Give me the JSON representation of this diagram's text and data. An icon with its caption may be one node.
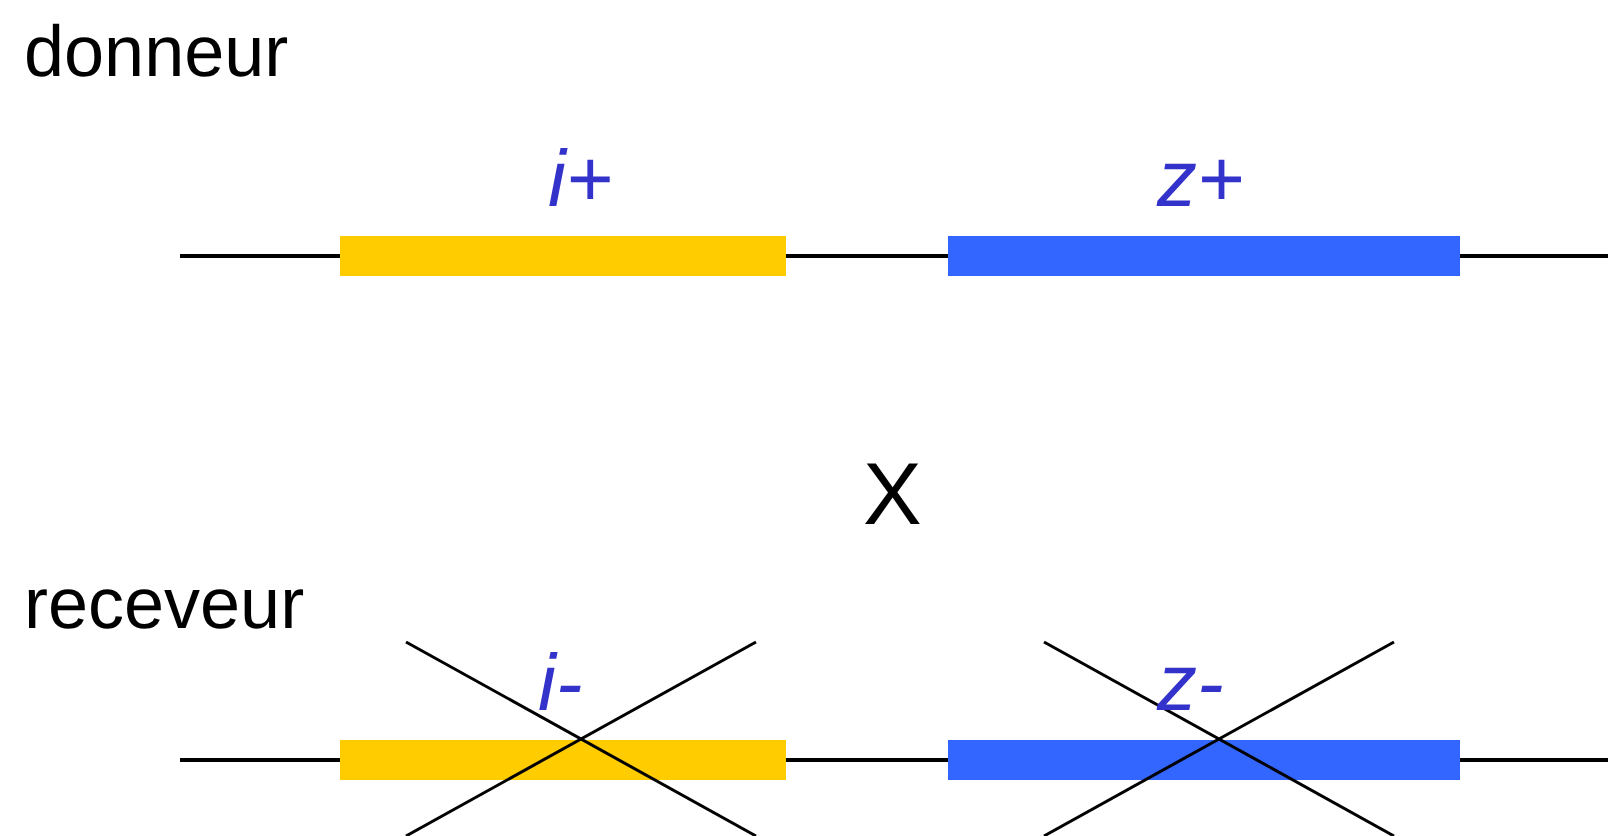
{
  "diagram": {
    "labels": [
      "donneur",
      "i+",
      "z+",
      "X",
      "receveur",
      "i-",
      "z-"
    ]
  }
}
